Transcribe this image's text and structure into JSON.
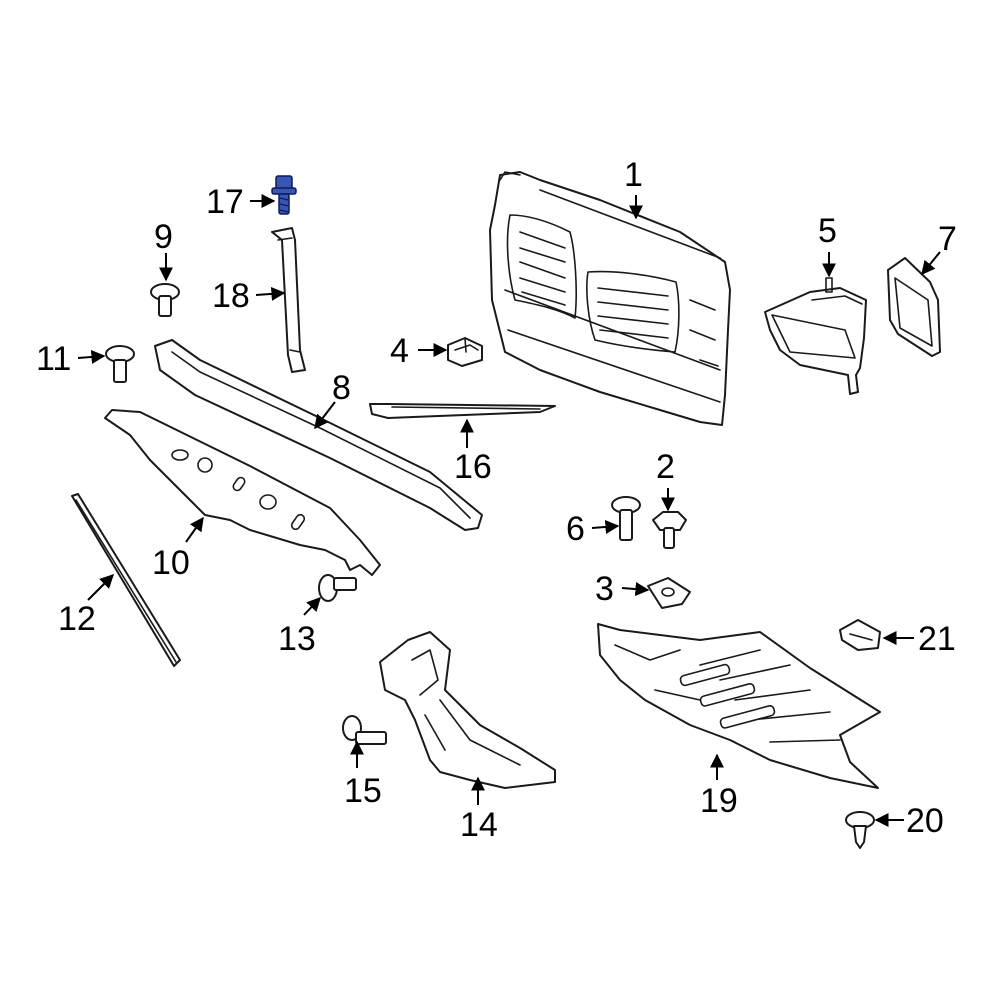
{
  "callouts": {
    "c1": "1",
    "c2": "2",
    "c3": "3",
    "c4": "4",
    "c5": "5",
    "c6": "6",
    "c7": "7",
    "c8": "8",
    "c9": "9",
    "c10": "10",
    "c11": "11",
    "c12": "12",
    "c13": "13",
    "c14": "14",
    "c15": "15",
    "c16": "16",
    "c17": "17",
    "c18": "18",
    "c19": "19",
    "c20": "20",
    "c21": "21"
  },
  "colors": {
    "line": "#1a1a1a",
    "highlight_part": "#3a56b4",
    "background": "#ffffff"
  },
  "highlighted_part": "17"
}
